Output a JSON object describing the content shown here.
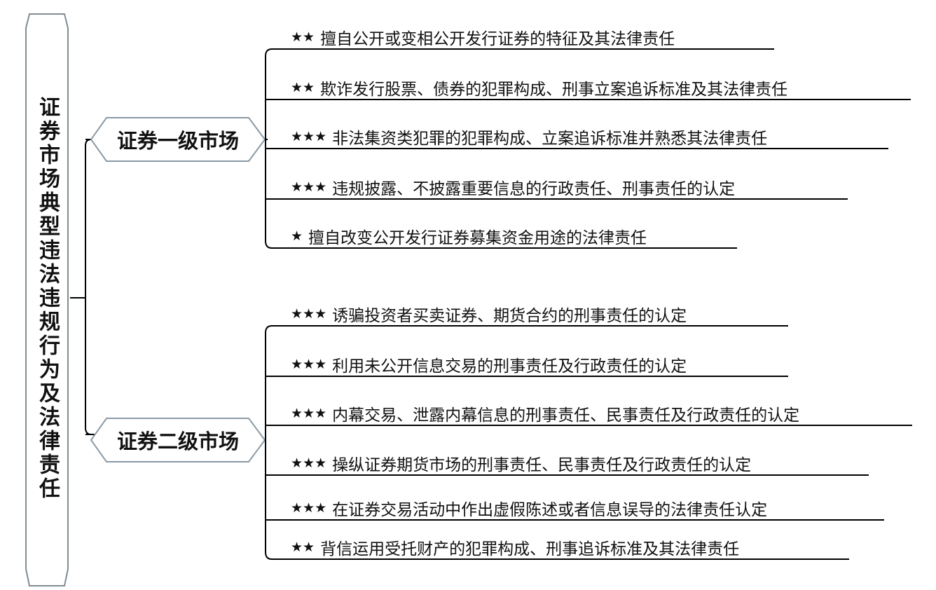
{
  "root": {
    "title": "证券市场典型违法违规行为及法律责任"
  },
  "branches": [
    {
      "label": "证券一级市场",
      "items": [
        {
          "stars": "★★",
          "text": "擅自公开或变相公开发行证券的特征及其法律责任"
        },
        {
          "stars": "★★",
          "text": "欺诈发行股票、债券的犯罪构成、刑事立案追诉标准及其法律责任"
        },
        {
          "stars": "★★★",
          "text": "非法集资类犯罪的犯罪构成、立案追诉标准并熟悉其法律责任"
        },
        {
          "stars": "★★★",
          "text": "违规披露、不披露重要信息的行政责任、刑事责任的认定"
        },
        {
          "stars": "★",
          "text": "擅自改变公开发行证券募集资金用途的法律责任"
        }
      ]
    },
    {
      "label": "证券二级市场",
      "items": [
        {
          "stars": "★★★",
          "text": "诱骗投资者买卖证券、期货合约的刑事责任的认定"
        },
        {
          "stars": "★★★",
          "text": "利用未公开信息交易的刑事责任及行政责任的认定"
        },
        {
          "stars": "★★★",
          "text": "内幕交易、泄露内幕信息的刑事责任、民事责任及行政责任的认定"
        },
        {
          "stars": "★★★",
          "text": "操纵证券期货市场的刑事责任、民事责任及行政责任的认定"
        },
        {
          "stars": "★★★",
          "text": "在证券交易活动中作出虚假陈述或者信息误导的法律责任认定"
        },
        {
          "stars": "★★",
          "text": "背信运用受托财产的犯罪构成、刑事追诉标准及其法律责任"
        }
      ]
    }
  ]
}
